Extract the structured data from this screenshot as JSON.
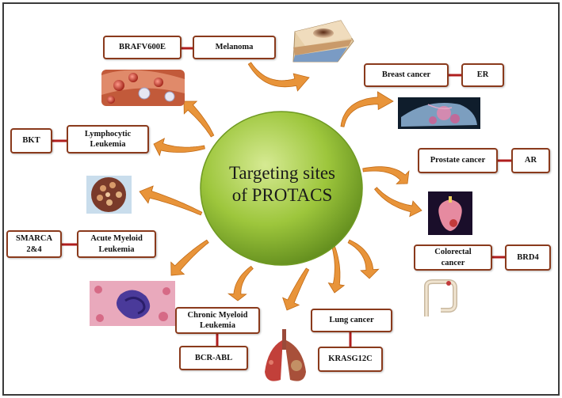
{
  "center": {
    "line1": "Targeting sites",
    "line2": "of PROTACS"
  },
  "colors": {
    "frame": "#3a3a3a",
    "box_border": "#8a3a1c",
    "connector": "#b01e1e",
    "arrow_fill": "#e8943a",
    "arrow_stroke": "#c26a14",
    "sphere_light": "#d6ea93",
    "sphere_mid": "#9dc63c",
    "sphere_dark": "#5f8a1c"
  },
  "diseases": [
    {
      "id": "melanoma",
      "label": "Melanoma",
      "target": "BRAFV600E",
      "image_icon": "skin-tissue-icon"
    },
    {
      "id": "breast",
      "label": "Breast cancer",
      "target": "ER",
      "image_icon": "breast-tissue-icon"
    },
    {
      "id": "prostate",
      "label": "Prostate cancer",
      "target": "AR",
      "image_icon": "prostate-icon"
    },
    {
      "id": "colorectal",
      "label": "Colorectal\ncancer",
      "target": "BRD4",
      "image_icon": "colon-icon"
    },
    {
      "id": "lung",
      "label": "Lung cancer",
      "target": "KRASG12C",
      "image_icon": "lungs-icon"
    },
    {
      "id": "cml",
      "label": "Chronic Myeloid\nLeukemia",
      "target": "BCR-ABL",
      "image_icon": "blood-cell-icon"
    },
    {
      "id": "aml",
      "label": "Acute Myeloid\nLeukemia",
      "target": "SMARCA\n2&4",
      "image_icon": "cell-cluster-icon"
    },
    {
      "id": "lymph",
      "label": "Lymphocytic\nLeukemia",
      "target": "BKT",
      "image_icon": "blood-vessel-cells-icon"
    }
  ]
}
